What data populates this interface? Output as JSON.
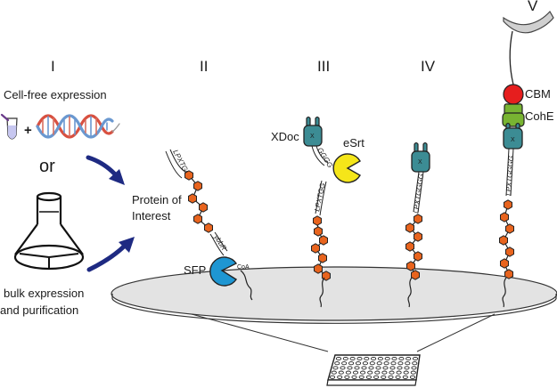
{
  "panels": {
    "i": "I",
    "ii": "II",
    "iii": "III",
    "iv": "IV",
    "v": "V"
  },
  "stage_i": {
    "cell_free_label": "Cell-free expression",
    "plus": "+",
    "or_label": "or",
    "bulk_line1": "bulk expression",
    "bulk_line2": "and purification"
  },
  "stage_ii": {
    "poi_line1": "Protein of",
    "poi_line2": "Interest",
    "sfp_label": "SFP",
    "coa_label": "CoA",
    "lpxtgg_tag": "LPXTGG",
    "ybbr_tag": "ybbR"
  },
  "stage_iii": {
    "xdoc_label": "XDoc",
    "esrt_label": "eSrt",
    "x_mark": "X",
    "gggg_tag": "GGGG",
    "lpxtgg_tag": "LPXTGG"
  },
  "stage_iv": {
    "x_mark": "X",
    "tag": "LPXTGGGG"
  },
  "stage_v": {
    "cbm_label": "CBM",
    "cohe_label": "CohE",
    "x_mark": "X",
    "tag": "LPXTGGGG"
  },
  "colors": {
    "chain_orange": "#e8641e",
    "dockerin_teal": "#3c8c94",
    "esrt_yellow": "#f5e619",
    "sfp_blue": "#1e96d2",
    "cbm_red": "#e61e1e",
    "cohe_green": "#78b432",
    "arrow_navy": "#1e2a82",
    "dna_red": "#d85040",
    "dna_blue": "#6a98d0",
    "surface_grey": "#e3e3e3"
  }
}
